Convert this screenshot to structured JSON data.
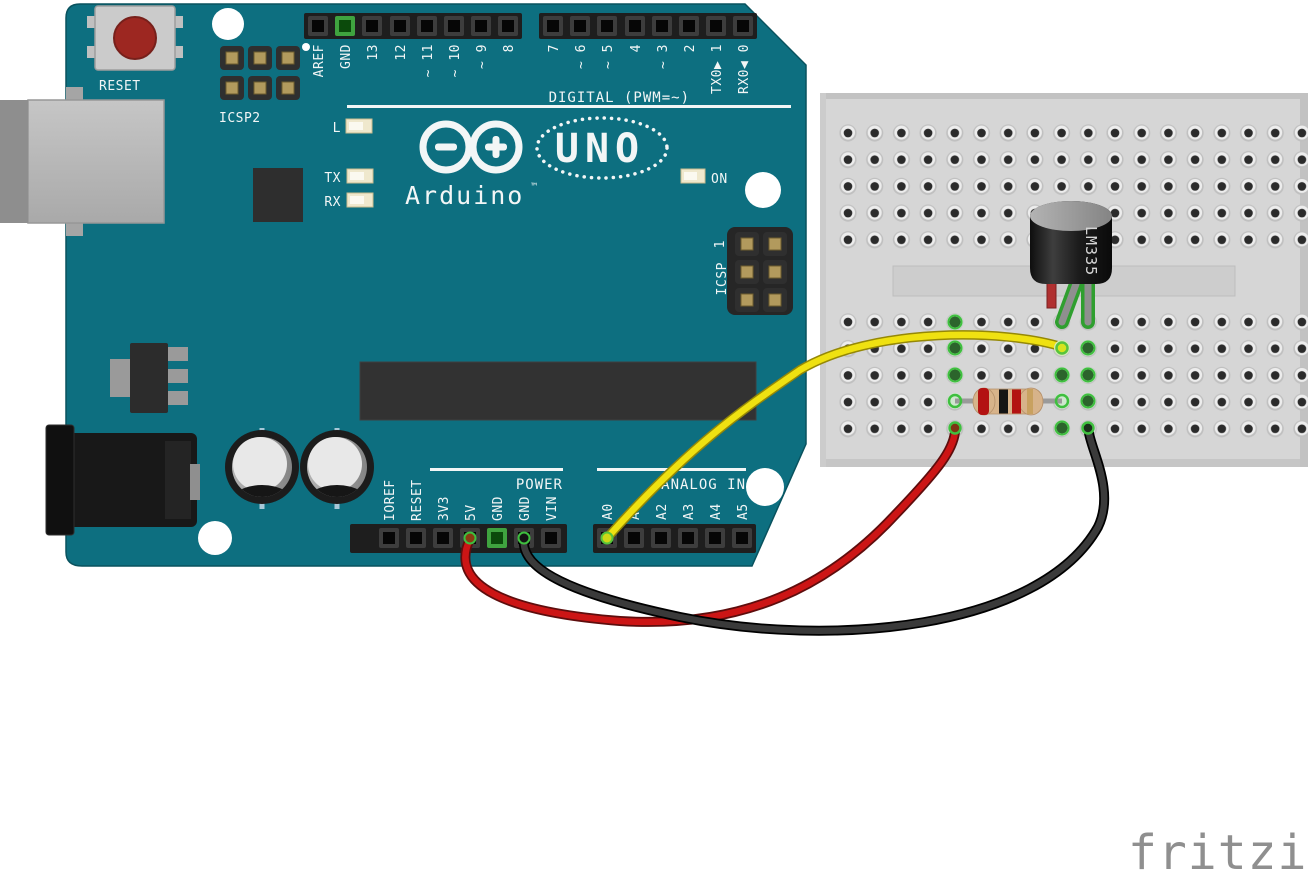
{
  "watermark": {
    "label": "fritzing"
  },
  "arduino": {
    "reset_button_label": "RESET",
    "icsp2_label": "ICSP2",
    "icsp_label": "ICSP",
    "icsp_pin1_label": "1",
    "led_l_label": "L",
    "led_tx_label": "TX",
    "led_rx_label": "RX",
    "led_on_label": "ON",
    "logo_brand": "Arduino",
    "logo_tm": "™",
    "logo_model": "UNO",
    "digital_caption": "DIGITAL (PWM=~)",
    "digital_pins": [
      "AREF",
      "GND",
      "13",
      "12",
      "~ 11",
      "~ 10",
      "~ 9",
      "8",
      "7",
      "~ 6",
      "~ 5",
      "4",
      "~ 3",
      "2",
      "TX0▶ 1",
      "RX0◀ 0"
    ],
    "power_caption": "POWER",
    "power_pins": [
      "IOREF",
      "RESET",
      "3V3",
      "5V",
      "GND",
      "GND",
      "VIN"
    ],
    "analog_caption": "ANALOG IN",
    "analog_pins": [
      "A0",
      "A1",
      "A2",
      "A3",
      "A4",
      "A5"
    ]
  },
  "components": {
    "sensor_label": "LM335",
    "sensor_package": "TO-92",
    "resistor_bands": [
      "red",
      "black",
      "red",
      "gold"
    ]
  },
  "wires": [
    {
      "color_name": "yellow",
      "from": "Arduino A0",
      "to": "breadboard column of LM335 middle pin"
    },
    {
      "color_name": "red",
      "from": "Arduino 5V",
      "to": "breadboard column of resistor left lead"
    },
    {
      "color_name": "black",
      "from": "Arduino GND",
      "to": "breadboard column of LM335 right pin"
    }
  ],
  "colors": {
    "board_teal": "#0d6f80",
    "breadboard_gray": "#d6d6d6",
    "wire_yellow": "#efe111",
    "wire_red": "#cc1515",
    "wire_black": "#333333",
    "connection_green": "#3fbf3f",
    "watermark_gray": "#8f8f8f"
  }
}
